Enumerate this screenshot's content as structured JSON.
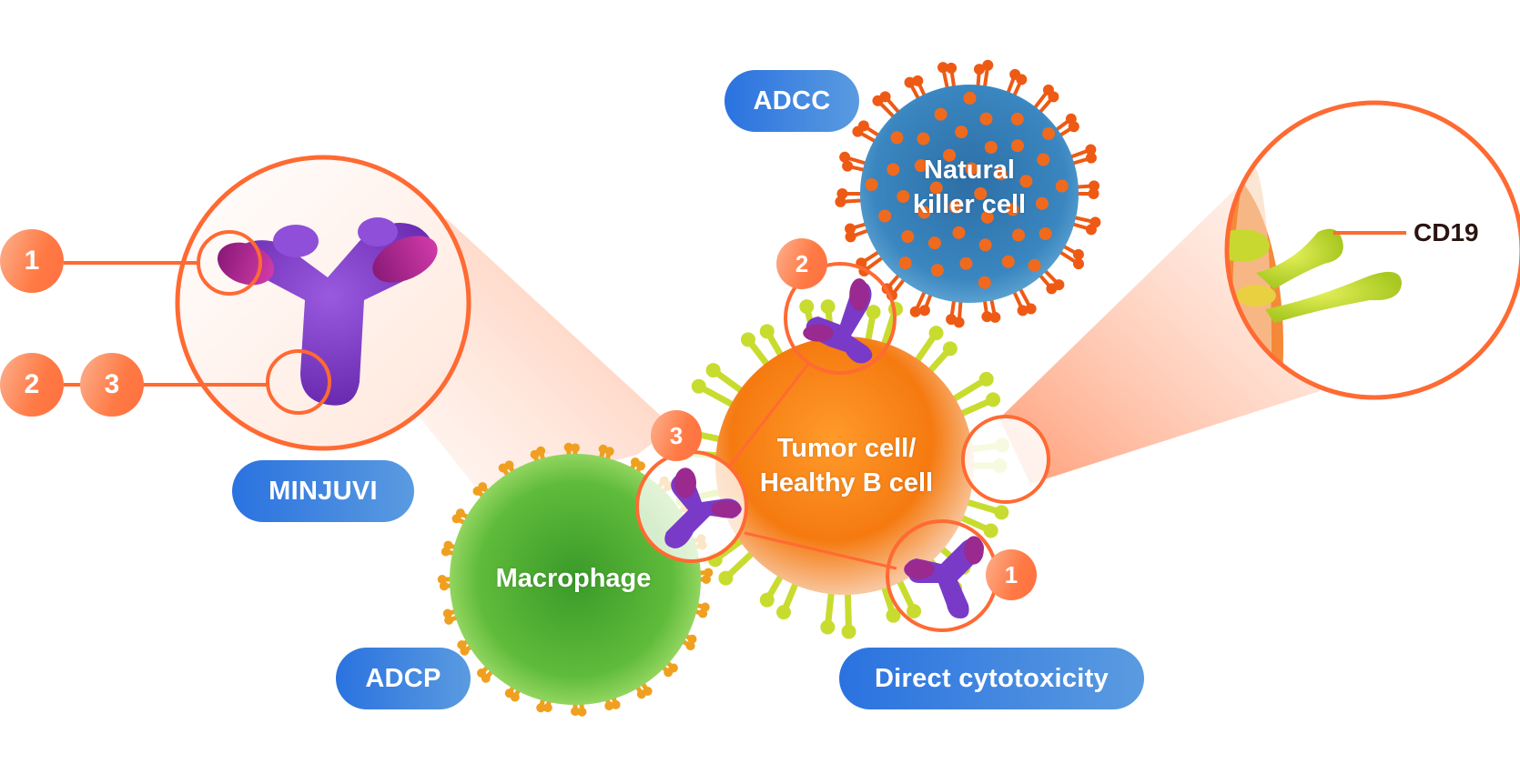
{
  "diagram": {
    "title": "MINJUVI mechanism of action",
    "accent_orange": "#ff6a33",
    "pill_gradient": [
      "#2a72e0",
      "#5a9be0"
    ],
    "labels": {
      "minjuvi": "MINJUVI",
      "adcc": "ADCC",
      "adcp": "ADCP",
      "direct": "Direct cytotoxicity",
      "cd19": "CD19"
    },
    "cells": {
      "nk": [
        "Natural",
        "killer cell"
      ],
      "tumor": [
        "Tumor cell/",
        "Healthy B cell"
      ],
      "macrophage": "Macrophage"
    },
    "badges": {
      "legend_1": "1",
      "legend_2": "2",
      "legend_3": "3",
      "site_1": "1",
      "site_2": "2",
      "site_3": "3"
    }
  }
}
